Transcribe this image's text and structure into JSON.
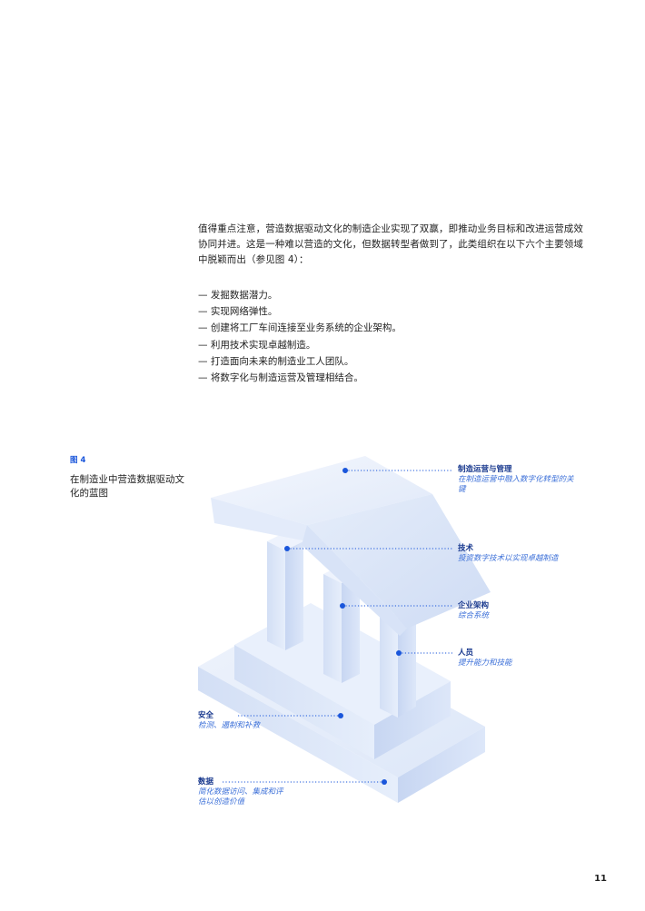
{
  "intro_paragraph": "值得重点注意，营造数据驱动文化的制造企业实现了双赢，即推动业务目标和改进运营成效协同并进。这是一种难以营造的文化，但数据转型者做到了，此类组织在以下六个主要领域中脱颖而出（参见图 4）：",
  "bullets": [
    "— 发掘数据潜力。",
    "— 实现网络弹性。",
    "— 创建将工厂车间连接至业务系统的企业架构。",
    "— 利用技术实现卓越制造。",
    "— 打造面向未来的制造业工人团队。",
    "— 将数字化与制造运营及管理相结合。"
  ],
  "figure": {
    "label": "图 4",
    "title": "在制造业中营造数据驱动文化的蓝图",
    "callouts": {
      "roof": {
        "title": "制造运营与管理",
        "desc": "在制造运营中融入数字化转型的关键"
      },
      "tech": {
        "title": "技术",
        "desc": "投资数字技术以实现卓越制造"
      },
      "arch": {
        "title": "企业架构",
        "desc": "综合系统"
      },
      "people": {
        "title": "人员",
        "desc": "提升能力和技能"
      },
      "security": {
        "title": "安全",
        "desc": "检测、遏制和补救"
      },
      "data": {
        "title": "数据",
        "desc": "简化数据访问、集成和评估以创造价值"
      }
    }
  },
  "colors": {
    "accent": "#1a56db",
    "callout_title": "#1a3a8f",
    "callout_desc": "#3b6fd8"
  },
  "page_number": "11"
}
